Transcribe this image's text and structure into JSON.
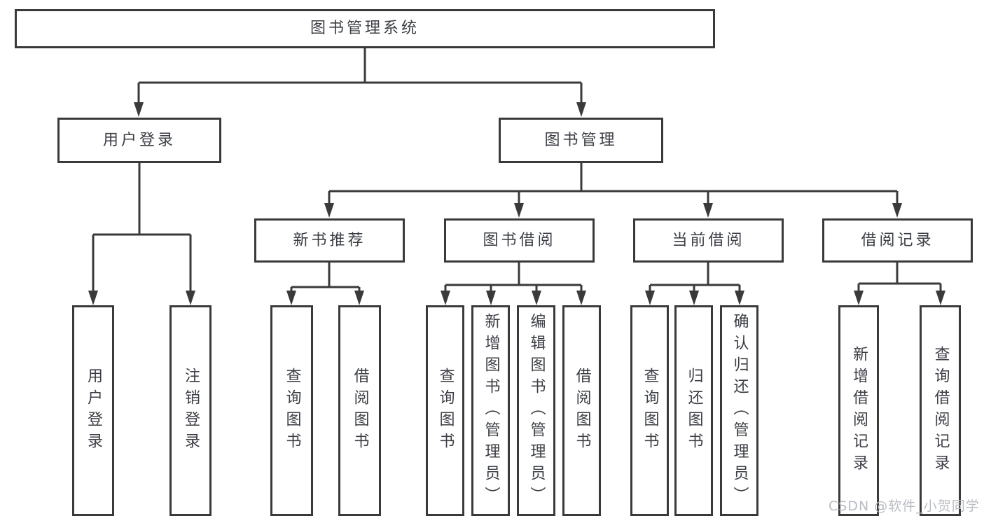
{
  "tree": {
    "label": "图书管理系统",
    "children": [
      {
        "label": "用户登录",
        "children": [
          {
            "label": "用户登录"
          },
          {
            "label": "注销登录"
          }
        ]
      },
      {
        "label": "图书管理",
        "children": [
          {
            "label": "新书推荐",
            "children": [
              {
                "label": "查询图书"
              },
              {
                "label": "借阅图书"
              }
            ]
          },
          {
            "label": "图书借阅",
            "children": [
              {
                "label": "查询图书"
              },
              {
                "label": "新增图书（管理员）"
              },
              {
                "label": "编辑图书（管理员）"
              },
              {
                "label": "借阅图书"
              }
            ]
          },
          {
            "label": "当前借阅",
            "children": [
              {
                "label": "查询图书"
              },
              {
                "label": "归还图书"
              },
              {
                "label": "确认归还（管理员）"
              }
            ]
          },
          {
            "label": "借阅记录",
            "children": [
              {
                "label": "新增借阅记录"
              },
              {
                "label": "查询借阅记录"
              }
            ]
          }
        ]
      }
    ]
  },
  "watermark": {
    "text": "CSDN @软件_小贺同学"
  },
  "colors": {
    "line": "#3a3a3a",
    "box_border": "#3a3a3a",
    "text": "#3b3e44",
    "watermark": "#b9bcc2",
    "background": "#ffffff"
  }
}
